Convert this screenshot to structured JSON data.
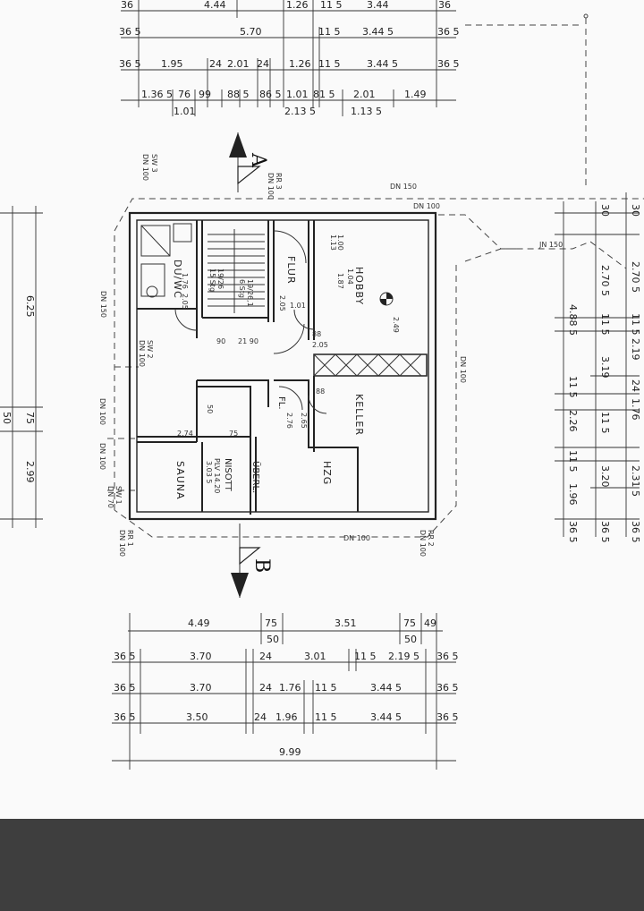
{
  "rooms": {
    "hobby": "HOBBY",
    "keller": "KELLER",
    "flur": "FLUR",
    "sauna": "SAUNA",
    "hzg": "HZG",
    "duwc": "DU/WC",
    "fl": "FL.",
    "uebrl": "ÜBERL.",
    "nisott": "NISOTT"
  },
  "room_info": {
    "hobby_a": "1.13",
    "hobby_b": "1.04",
    "flur_a": "2.05",
    "duwc_a": "1.76",
    "duwc_b": "2.05",
    "fl_a": "2.76",
    "fl_b": "2.65",
    "sauna_a": "3.03 5",
    "nisott_a": "PLV 14.20",
    "stairs_a": "15 Stg",
    "stairs_b": "19/26",
    "stairs_c": "6 Stg",
    "stairs_d": "19/26,1"
  },
  "sections": {
    "a": "A",
    "b": "B"
  },
  "pipes": {
    "sw3": "SW 3",
    "dn100a": "DN 100",
    "rr3": "RR 3",
    "dn100b": "DN 100",
    "dn150_top": "DN 150",
    "dn100_top": "DN 100",
    "dn150_left": "DN 150",
    "sw2": "SW 2",
    "dn100_sw2": "DN 100",
    "dn100_left1": "DN 100",
    "dn100_left2": "DN 100",
    "sw1": "SW 1",
    "dn70": "DN 70",
    "rr1": "RR 1",
    "dn100_rr1": "DN 100",
    "dn100_bottom": "DN 100",
    "rr2": "RR 2",
    "dn100_rr2": "DN 100",
    "dn100_right": "DN 100",
    "jn150": "JN 150"
  },
  "top_dims": {
    "row0": [
      "36",
      "4.44",
      "1.26",
      "11 5",
      "3.44",
      "36"
    ],
    "row1": [
      "36 5",
      "5.70",
      "11 5",
      "3.44 5",
      "36 5"
    ],
    "row2": [
      "36 5",
      "1.95",
      "24",
      "2.01",
      "24",
      "1.26",
      "11 5",
      "3.44 5",
      "36 5"
    ],
    "row3": [
      "1.36 5",
      "76",
      "99",
      "88 5",
      "86 5",
      "1.01",
      "81 5",
      "2.01",
      "1.49"
    ],
    "row3b": [
      "1.01",
      "2.13 5",
      "1.13 5"
    ]
  },
  "bottom_dims": {
    "row0": [
      "4.49",
      "75",
      "3.51",
      "75",
      "49"
    ],
    "row0b": [
      "50",
      "50"
    ],
    "row1": [
      "36 5",
      "3.70",
      "24",
      "3.01",
      "11 5",
      "2.19 5",
      "36 5"
    ],
    "row2": [
      "36 5",
      "3.70",
      "24",
      "1.76",
      "11 5",
      "3.44 5",
      "36 5"
    ],
    "row3": [
      "36 5",
      "3.50",
      "24",
      "1.96",
      "11 5",
      "3.44 5",
      "36 5"
    ],
    "total": "9.99"
  },
  "left_dims": {
    "a": "6.25",
    "b": "75",
    "c": "50",
    "d": "2.99"
  },
  "right_dims": {
    "outer": [
      "30",
      "2.70 5",
      "11 5",
      "2.19",
      "24",
      "1.76",
      "2.31 5",
      "36 5"
    ],
    "inner": [
      "30",
      "2.70 5",
      "11 5",
      "3.19",
      "11 5",
      "3.20",
      "36 5"
    ],
    "inner2": [
      "4.88 5",
      "11 5",
      "2.26",
      "11 5",
      "1.96",
      "36 5"
    ]
  },
  "interior_dims": {
    "d90": "90",
    "d2190": "21 90",
    "d101": "1.01",
    "d88a": "88",
    "d205": "2.05",
    "d88b": "88",
    "d274": "2.74",
    "d75": "75",
    "d50": "50",
    "d100": "1.00",
    "d187": "1.87",
    "d249": "2.49"
  }
}
